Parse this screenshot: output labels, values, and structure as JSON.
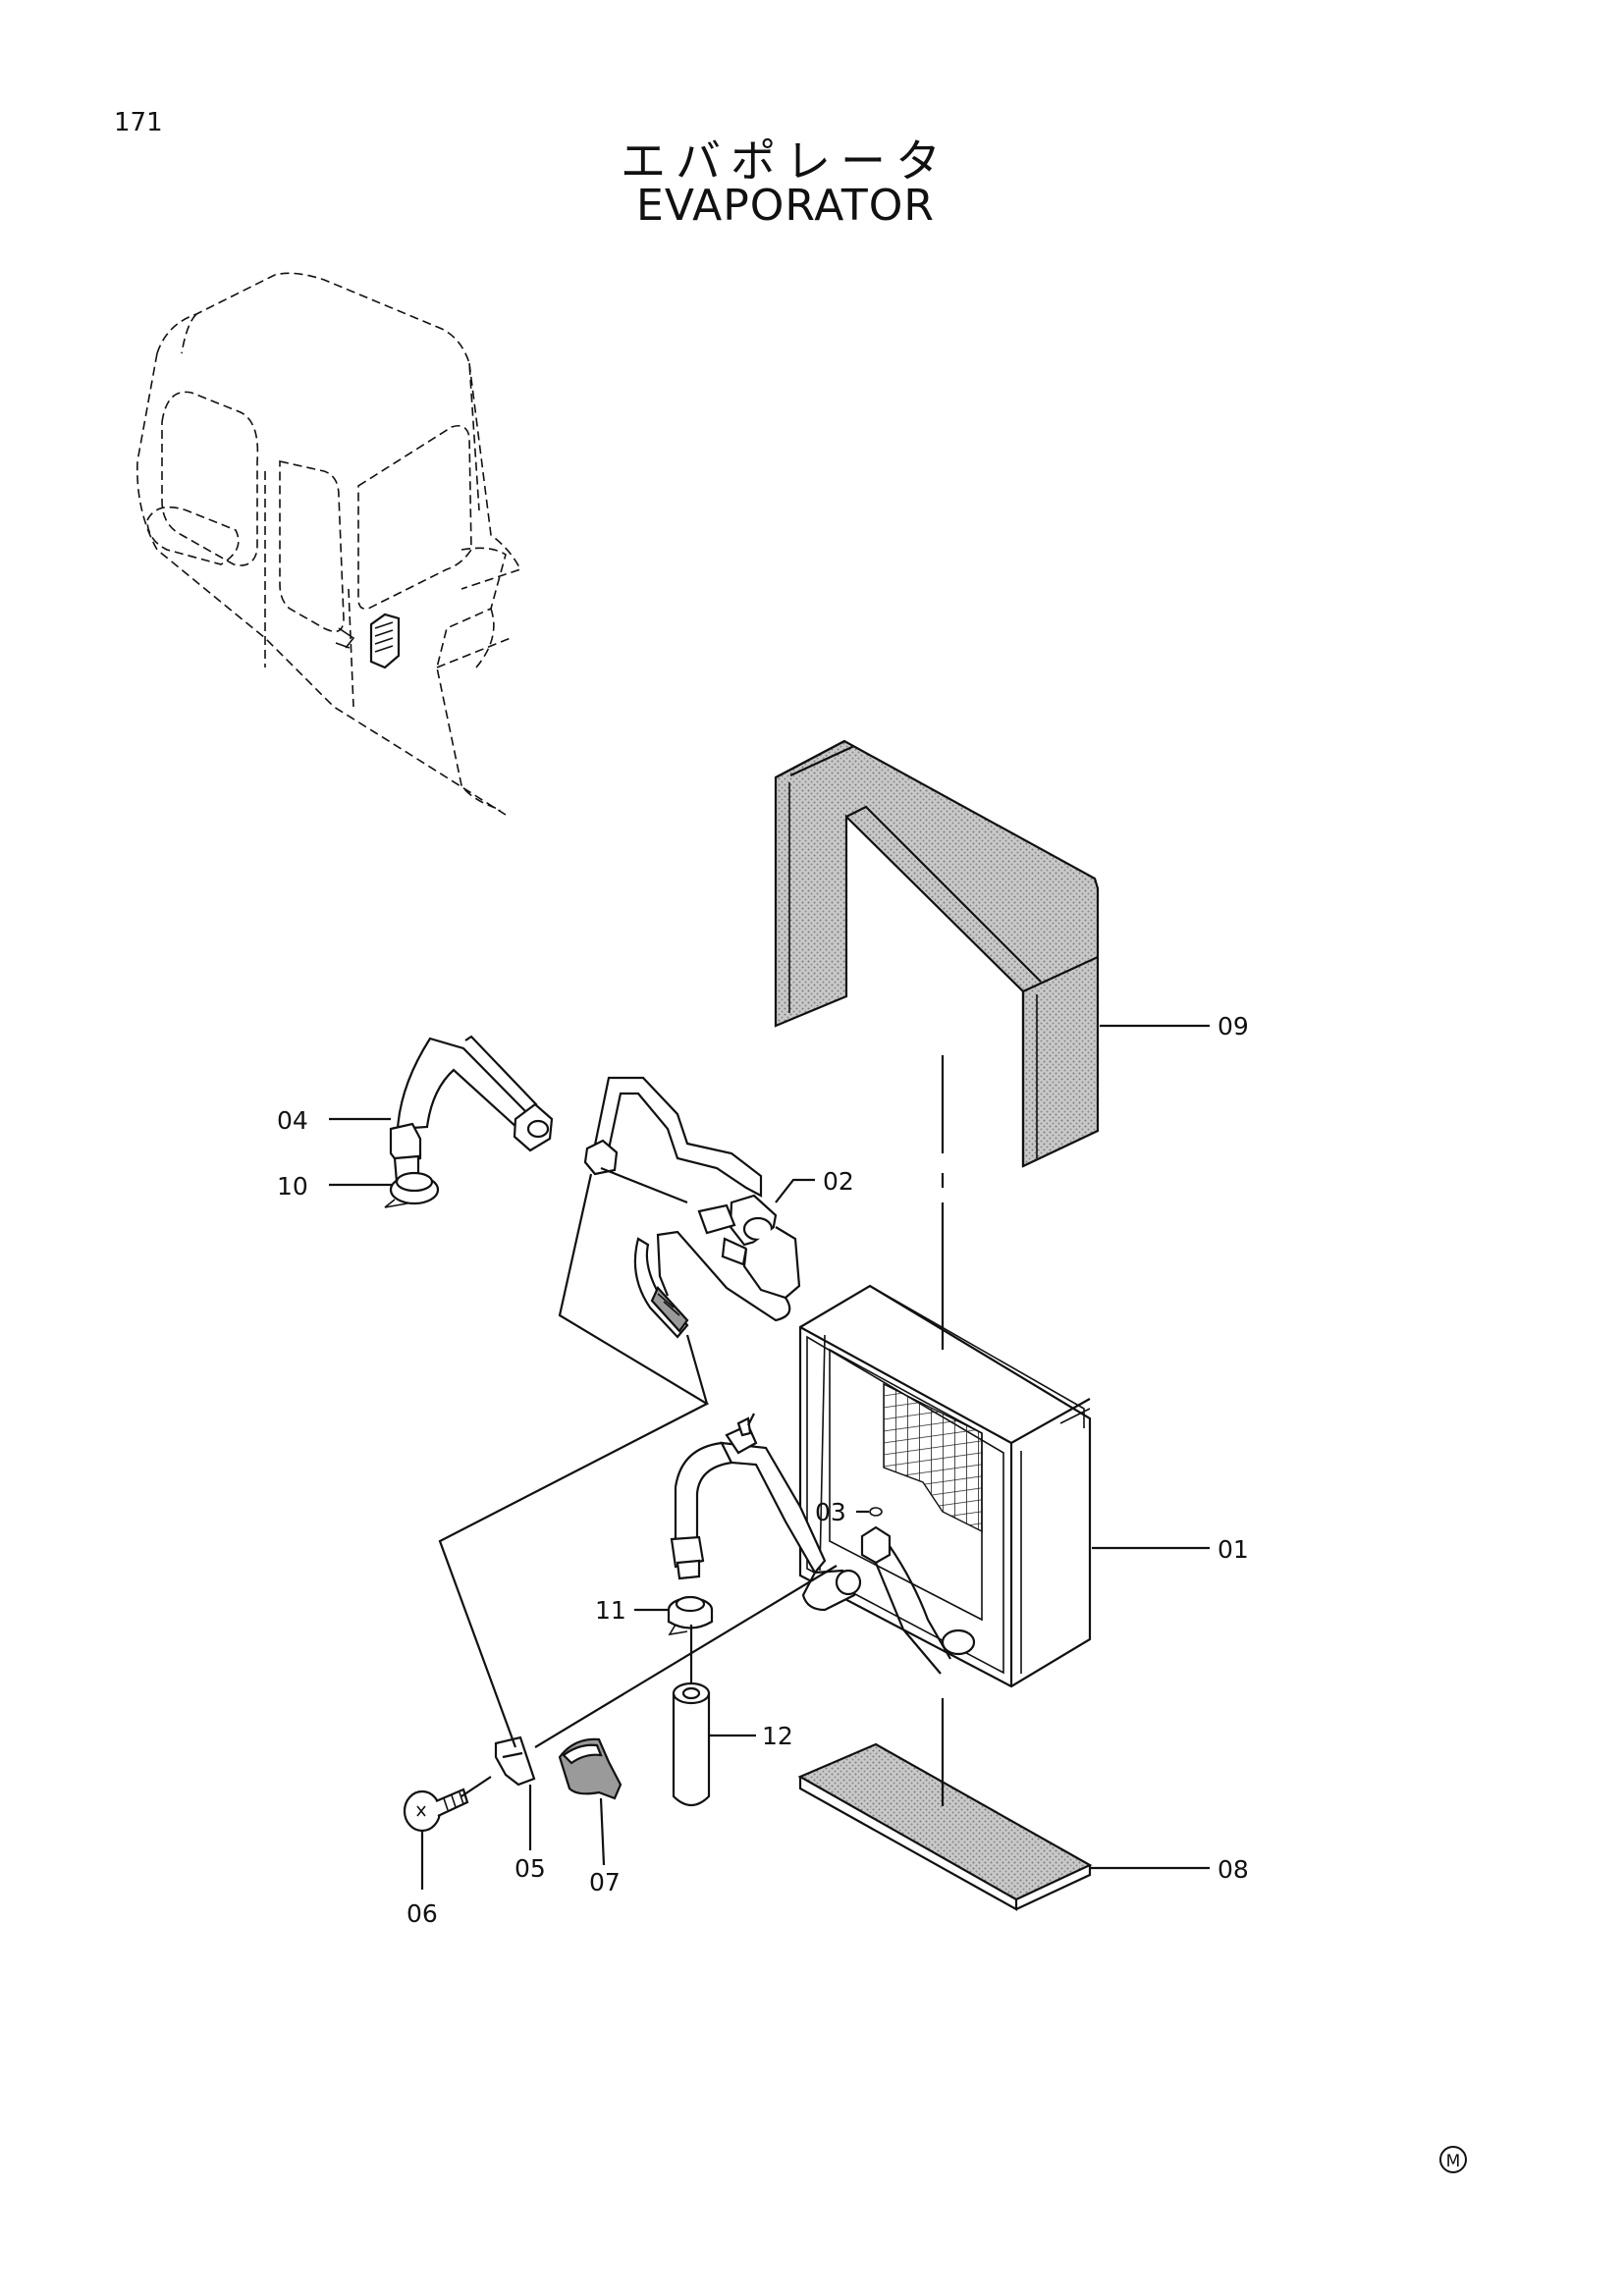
{
  "page_number": "171",
  "title_jp": "エバポレータ",
  "title_en": "EVAPORATOR",
  "mark": "M",
  "labels": {
    "p01": "01",
    "p02": "02",
    "p03": "03",
    "p04": "04",
    "p05": "05",
    "p06": "06",
    "p07": "07",
    "p08": "08",
    "p09": "09",
    "p10": "10",
    "p11": "11",
    "p12": "12"
  }
}
